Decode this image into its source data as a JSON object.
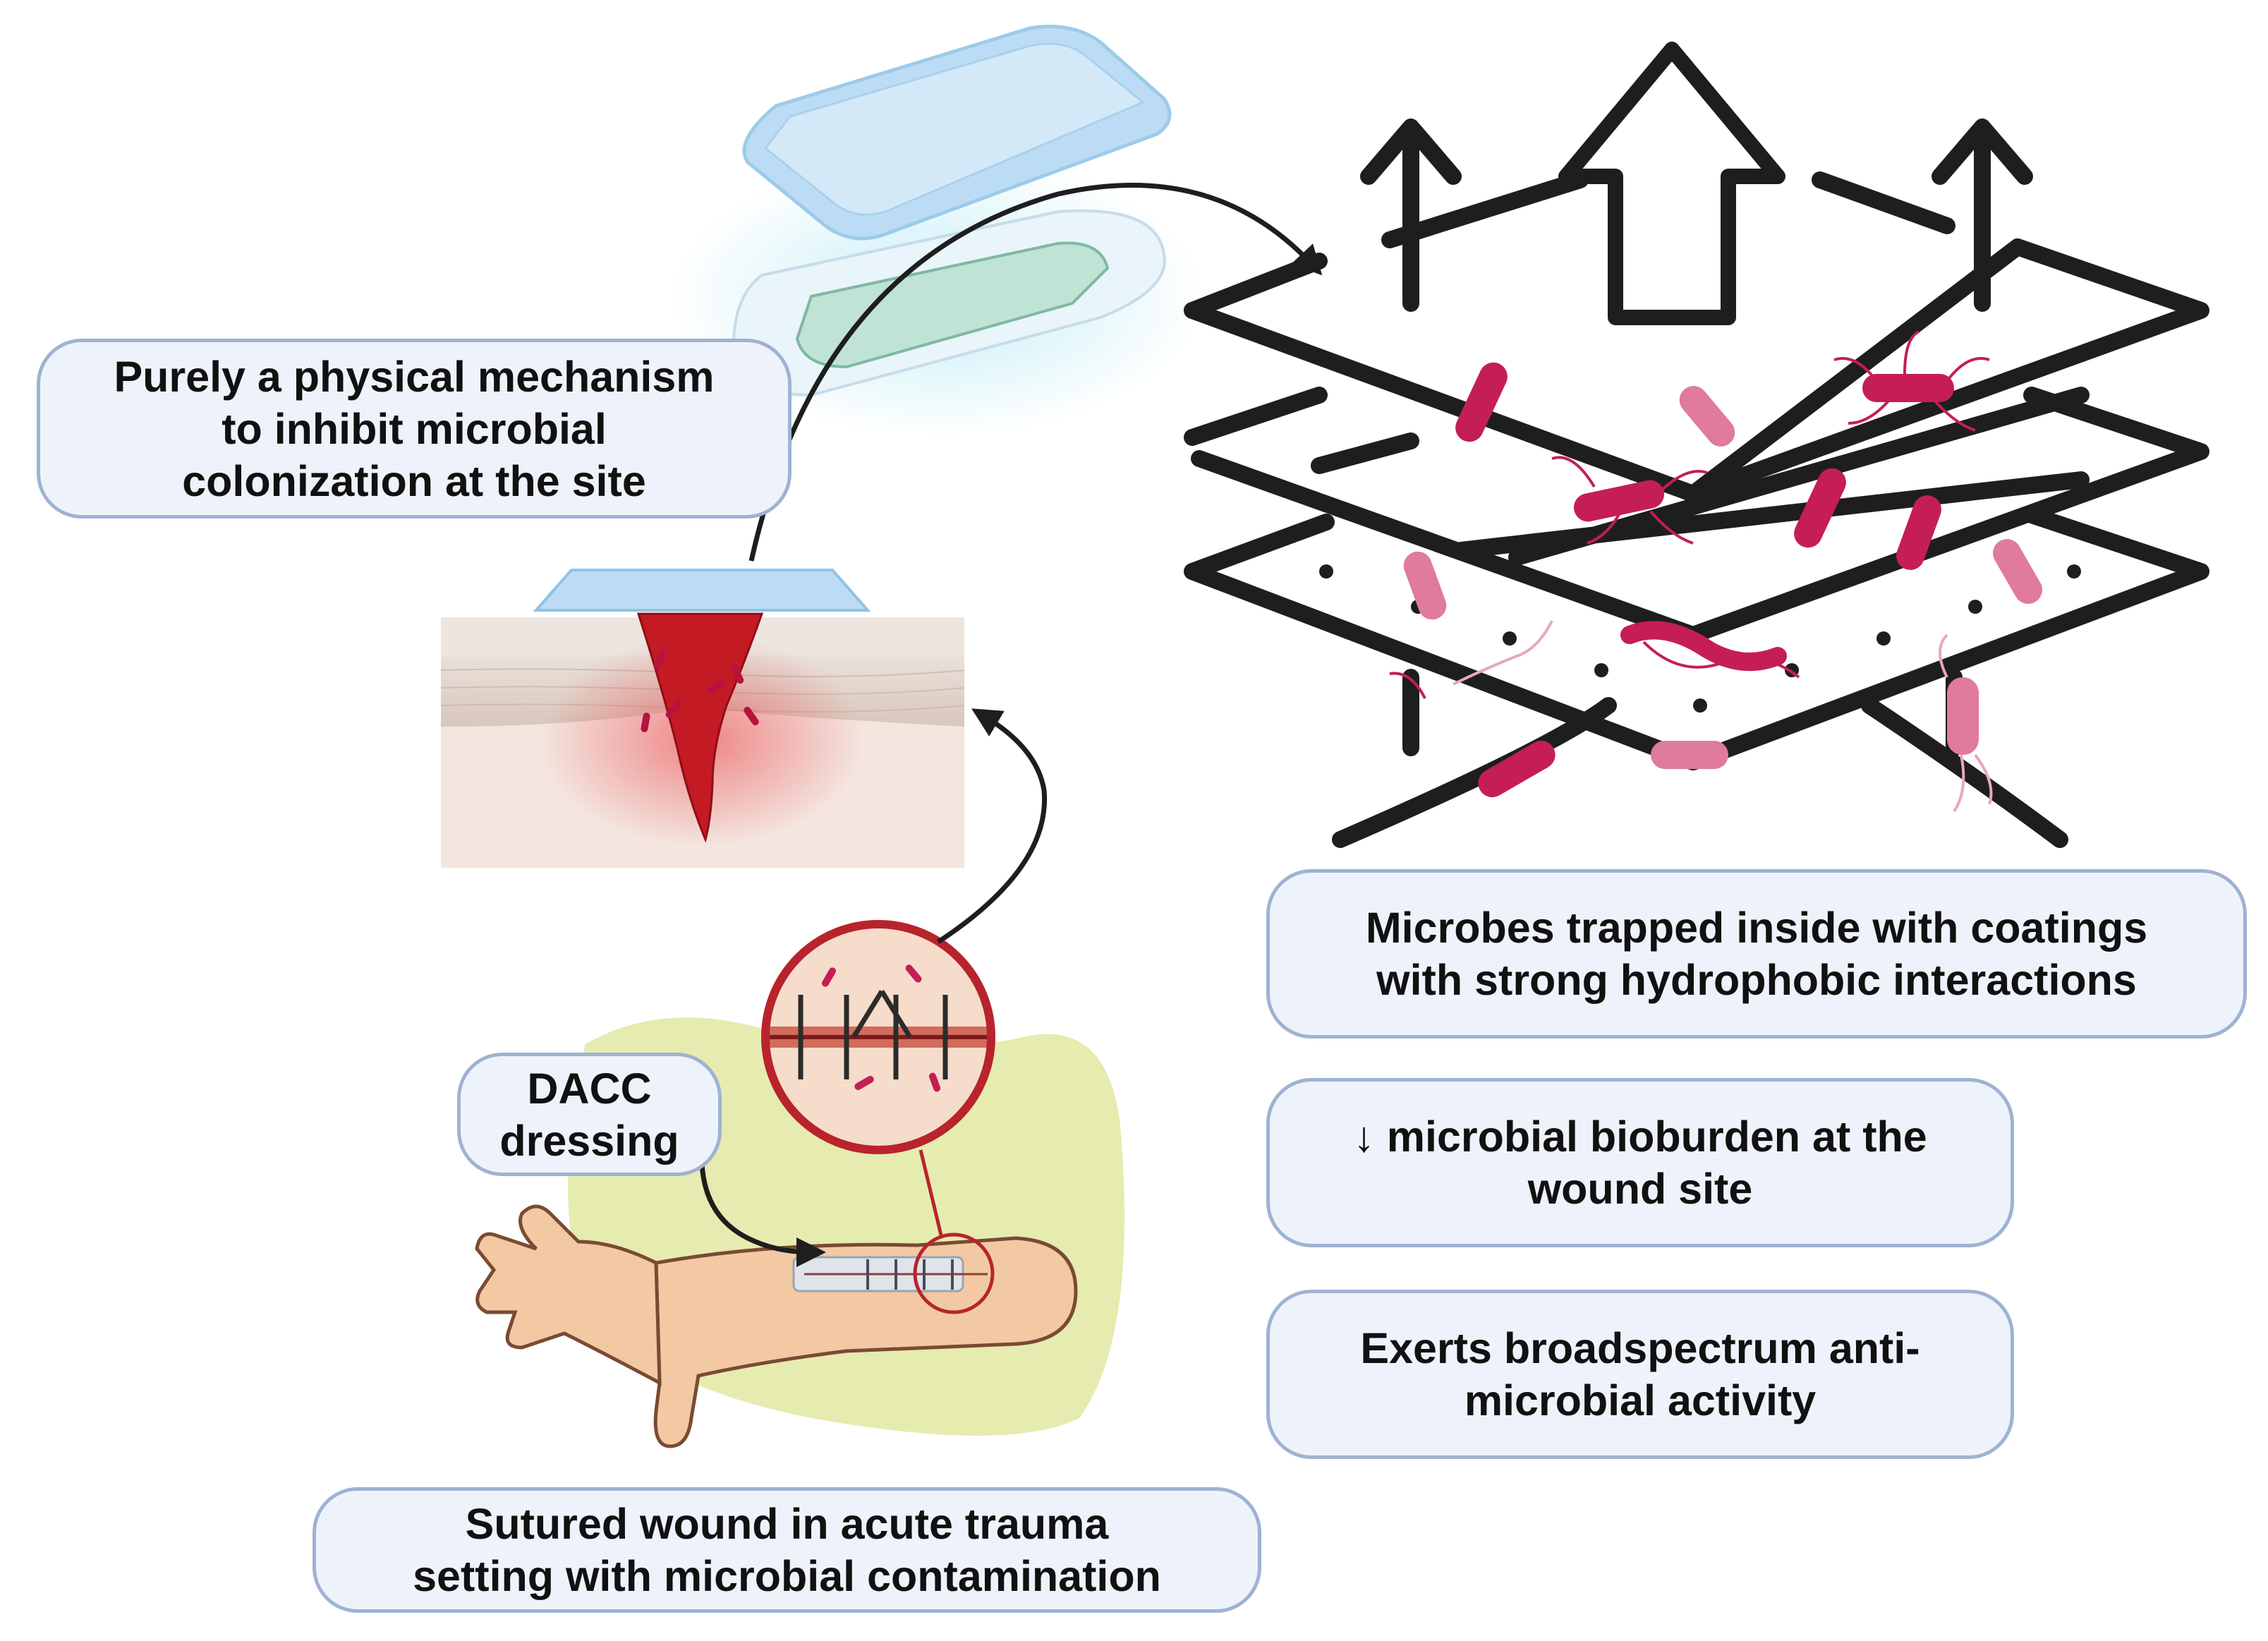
{
  "labels": {
    "physical_mechanism": [
      "Purely a physical mechanism",
      "to inhibit microbial",
      "colonization at the site"
    ],
    "microbes_trapped": [
      "Microbes trapped inside with coatings",
      "with strong hydrophobic interactions"
    ],
    "bioburden": [
      "↓ microbial bioburden at the",
      "wound site"
    ],
    "broadspectrum": [
      "Exerts broadspectrum anti-",
      "microbial activity"
    ],
    "dacc_dressing": [
      "DACC",
      "dressing"
    ],
    "sutured_wound": [
      "Sutured wound in acute trauma",
      "setting with microbial contamination"
    ]
  },
  "colors": {
    "callout_fill": "#eef3fb",
    "callout_border": "#9fb2d2",
    "mesh_lines": "#1e1e1e",
    "microbe_dark": "#c41e55",
    "microbe_light": "#e07a9e",
    "blood": "#c41a24",
    "skin": "#f2d4bf",
    "dressing": "#bcdcf5",
    "arm_background": "#e6ebb0"
  }
}
